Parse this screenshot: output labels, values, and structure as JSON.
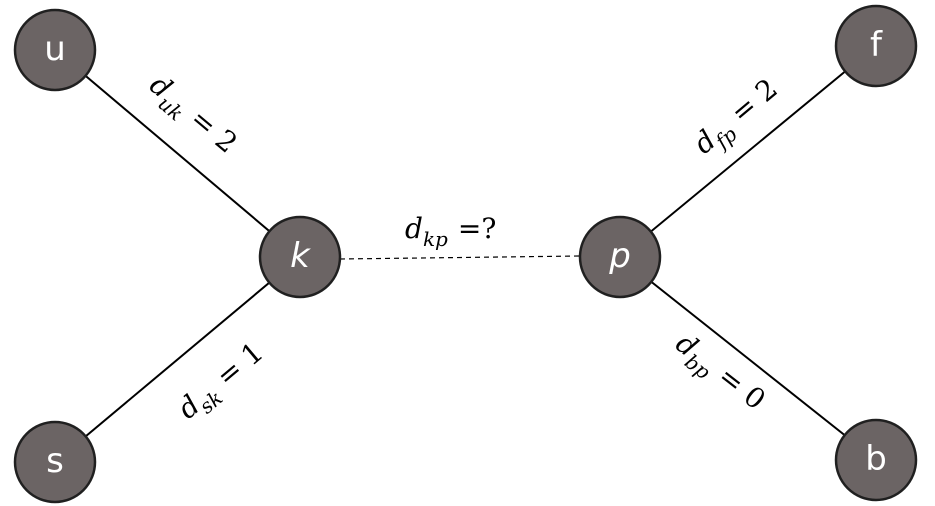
{
  "nodes": {
    "u": {
      "label": "u"
    },
    "s": {
      "label": "s"
    },
    "k": {
      "label": "k"
    },
    "p": {
      "label": "p"
    },
    "f": {
      "label": "f"
    },
    "b": {
      "label": "b"
    }
  },
  "edges": {
    "uk": {
      "var": "d",
      "sub": "uk",
      "relation": "= 2"
    },
    "sk": {
      "var": "d",
      "sub": "sk",
      "relation": "= 1"
    },
    "kp": {
      "var": "d",
      "sub": "kp",
      "relation": "=?"
    },
    "fp": {
      "var": "d",
      "sub": "fp",
      "relation": "= 2"
    },
    "bp": {
      "var": "d",
      "sub": "bp",
      "relation": "= 0"
    }
  },
  "colors": {
    "node_fill": "#6b6464",
    "node_stroke": "#202020",
    "node_text": "#ffffff",
    "edge": "#000000"
  }
}
